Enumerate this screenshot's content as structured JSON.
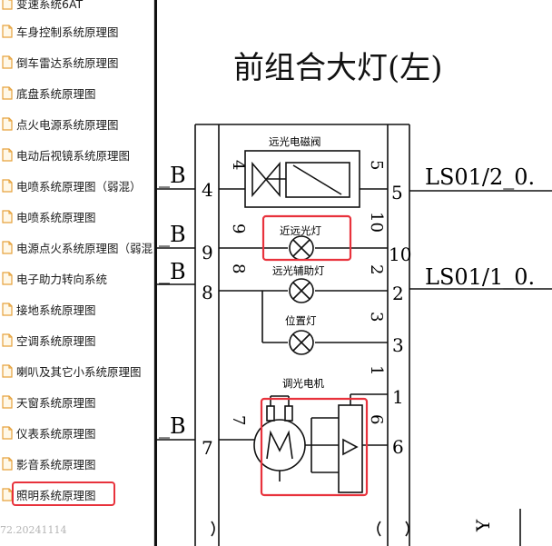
{
  "sidebar": {
    "items": [
      {
        "label": "变速系统6AT"
      },
      {
        "label": "车身控制系统原理图"
      },
      {
        "label": "倒车雷达系统原理图"
      },
      {
        "label": "底盘系统原理图"
      },
      {
        "label": "点火电源系统原理图"
      },
      {
        "label": "电动后视镜系统原理图"
      },
      {
        "label": "电喷系统原理图（弱混）"
      },
      {
        "label": "电喷系统原理图"
      },
      {
        "label": "电源点火系统原理图（弱混）"
      },
      {
        "label": "电子助力转向系统"
      },
      {
        "label": "接地系统原理图"
      },
      {
        "label": "空调系统原理图"
      },
      {
        "label": "喇叭及其它小系统原理图"
      },
      {
        "label": "天窗系统原理图"
      },
      {
        "label": "仪表系统原理图"
      },
      {
        "label": "影音系统原理图"
      },
      {
        "label": "照明系统原理图"
      }
    ],
    "selected_index": 16,
    "version": "72.20241114"
  },
  "diagram": {
    "title": "前组合大灯(左)",
    "component_labels": {
      "high_beam_solenoid": "远光电磁阀",
      "near_far_lamp": "近远光灯",
      "high_aux_lamp": "远光辅助灯",
      "position_lamp": "位置灯",
      "leveling_motor": "调光电机"
    },
    "left_wires": [
      "_B",
      "_B",
      "_B",
      "_B"
    ],
    "right_wires": [
      "LS01/2_0.",
      "LS01/1_0."
    ],
    "pins": {
      "p4": "4",
      "p9": "9",
      "p8": "8",
      "p7": "7",
      "p5": "5",
      "p10": "10",
      "p2": "2",
      "p3": "3",
      "p1": "1",
      "p6": "6",
      "v4": "4",
      "v9": "9",
      "v8": "8",
      "v7": "7",
      "v5": "5",
      "v10": "10",
      "v2": "2",
      "v3": "3",
      "v1": "1",
      "v6": "6"
    },
    "bottom_label": "Y"
  },
  "colors": {
    "highlight": "#e8323c",
    "folder_icon": "#e6a23c"
  }
}
